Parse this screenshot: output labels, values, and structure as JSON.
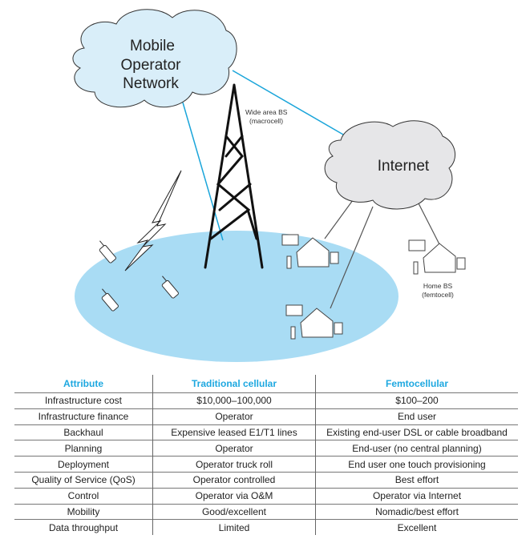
{
  "diagram": {
    "mobile_network_lines": [
      "Mobile",
      "Operator",
      "Network"
    ],
    "internet_label": "Internet",
    "macrocell_label": [
      "Wide area BS",
      "(macrocell)"
    ],
    "femtocell_label": [
      "Home BS",
      "(femtocell)"
    ],
    "colors": {
      "coverage": "#a9dcf4",
      "mobile_cloud": "#d9eef9",
      "internet_cloud": "#e6e6e8",
      "link": "#1aa5da",
      "accent": "#1ea8e0"
    }
  },
  "table": {
    "headers": [
      "Attribute",
      "Traditional cellular",
      "Femtocellular"
    ],
    "rows": [
      [
        "Infrastructure cost",
        "$10,000–100,000",
        "$100–200"
      ],
      [
        "Infrastructure finance",
        "Operator",
        "End user"
      ],
      [
        "Backhaul",
        "Expensive leased E1/T1 lines",
        "Existing end-user DSL or cable broadband"
      ],
      [
        "Planning",
        "Operator",
        "End-user (no central planning)"
      ],
      [
        "Deployment",
        "Operator truck roll",
        "End user one touch provisioning"
      ],
      [
        "Quality of Service (QoS)",
        "Operator controlled",
        "Best effort"
      ],
      [
        "Control",
        "Operator via O&M",
        "Operator via Internet"
      ],
      [
        "Mobility",
        "Good/excellent",
        "Nomadic/best effort"
      ],
      [
        "Data throughput",
        "Limited",
        "Excellent"
      ]
    ]
  }
}
